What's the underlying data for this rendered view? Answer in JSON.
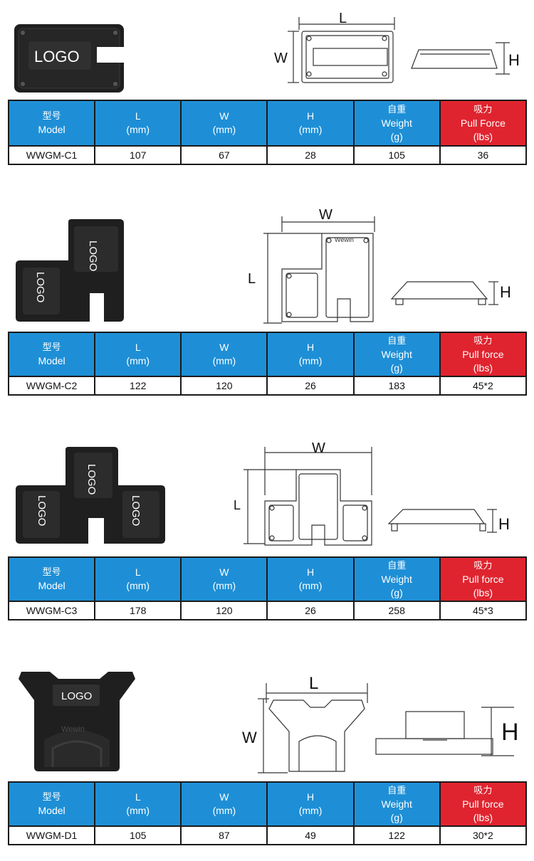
{
  "headers": {
    "model_cn": "型号",
    "model_en": "Model",
    "l": "L",
    "w": "W",
    "h": "H",
    "unit_mm": "(mm)",
    "weight_cn": "自重",
    "weight_en": "Weight",
    "weight_unit": "(g)",
    "pull_cn": "吸力",
    "pull_unit": "(lbs)"
  },
  "products": [
    {
      "logo_texts": [
        "LOGO"
      ],
      "pull_en": "Pull Force",
      "dims": {
        "l": "L",
        "w": "W",
        "h": "H"
      },
      "row": {
        "model": "WWGM-C1",
        "l": "107",
        "w": "67",
        "h": "28",
        "weight": "105",
        "pull": "36"
      }
    },
    {
      "logo_texts": [
        "LOGO",
        "LOGO"
      ],
      "brand": "Wewin",
      "pull_en": "Pull force",
      "dims": {
        "l": "L",
        "w": "W",
        "h": "H"
      },
      "row": {
        "model": "WWGM-C2",
        "l": "122",
        "w": "120",
        "h": "26",
        "weight": "183",
        "pull": "45*2"
      }
    },
    {
      "logo_texts": [
        "LOGO",
        "LOGO",
        "LOGO"
      ],
      "pull_en": "Pull force",
      "dims": {
        "l": "L",
        "w": "W",
        "h": "H"
      },
      "row": {
        "model": "WWGM-C3",
        "l": "178",
        "w": "120",
        "h": "26",
        "weight": "258",
        "pull": "45*3"
      }
    },
    {
      "logo_texts": [
        "LOGO"
      ],
      "brand": "Wewin",
      "pull_en": "Pull force",
      "dims": {
        "l": "L",
        "w": "W",
        "h": "H"
      },
      "row": {
        "model": "WWGM-D1",
        "l": "105",
        "w": "87",
        "h": "49",
        "weight": "122",
        "pull": "30*2"
      }
    }
  ],
  "colors": {
    "header_blue": "#1e8fd6",
    "header_red": "#e0242f",
    "product_body": "#1c1c1c"
  }
}
